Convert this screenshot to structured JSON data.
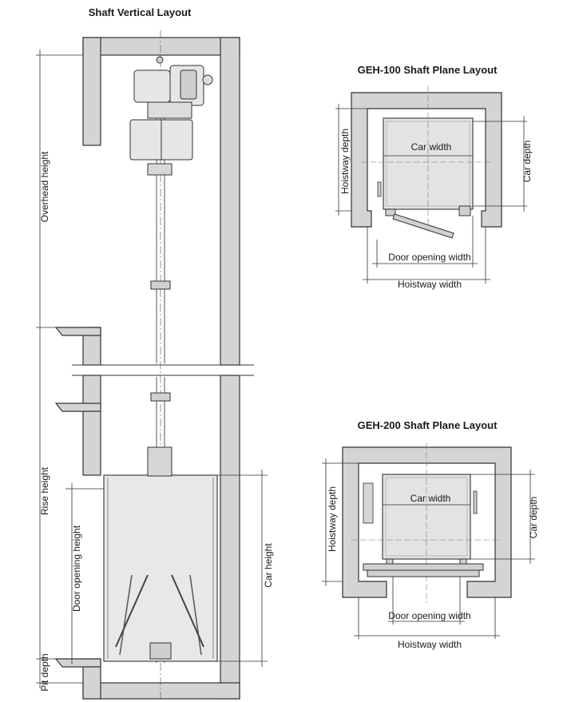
{
  "vertical": {
    "title": "Shaft Vertical Layout",
    "labels": {
      "overhead": "Overhead height",
      "rise": "Rise height",
      "door_opening": "Door opening height",
      "car_height": "Car height",
      "pit": "Pit depth"
    }
  },
  "geh100": {
    "title": "GEH-100 Shaft Plane Layout",
    "labels": {
      "car_width": "Car width",
      "car_depth": "Car depth",
      "hoistway_depth": "Hoistway depth",
      "door_opening_width": "Door opening width",
      "hoistway_width": "Hoistway width"
    }
  },
  "geh200": {
    "title": "GEH-200 Shaft Plane Layout",
    "labels": {
      "car_width": "Car width",
      "car_depth": "Car depth",
      "hoistway_depth": "Hoistway depth",
      "door_opening_width": "Door opening width",
      "hoistway_width": "Hoistway width"
    }
  },
  "colors": {
    "wall_fill": "#d4d4d4",
    "car_fill": "#e3e3e3",
    "line": "#333333"
  }
}
